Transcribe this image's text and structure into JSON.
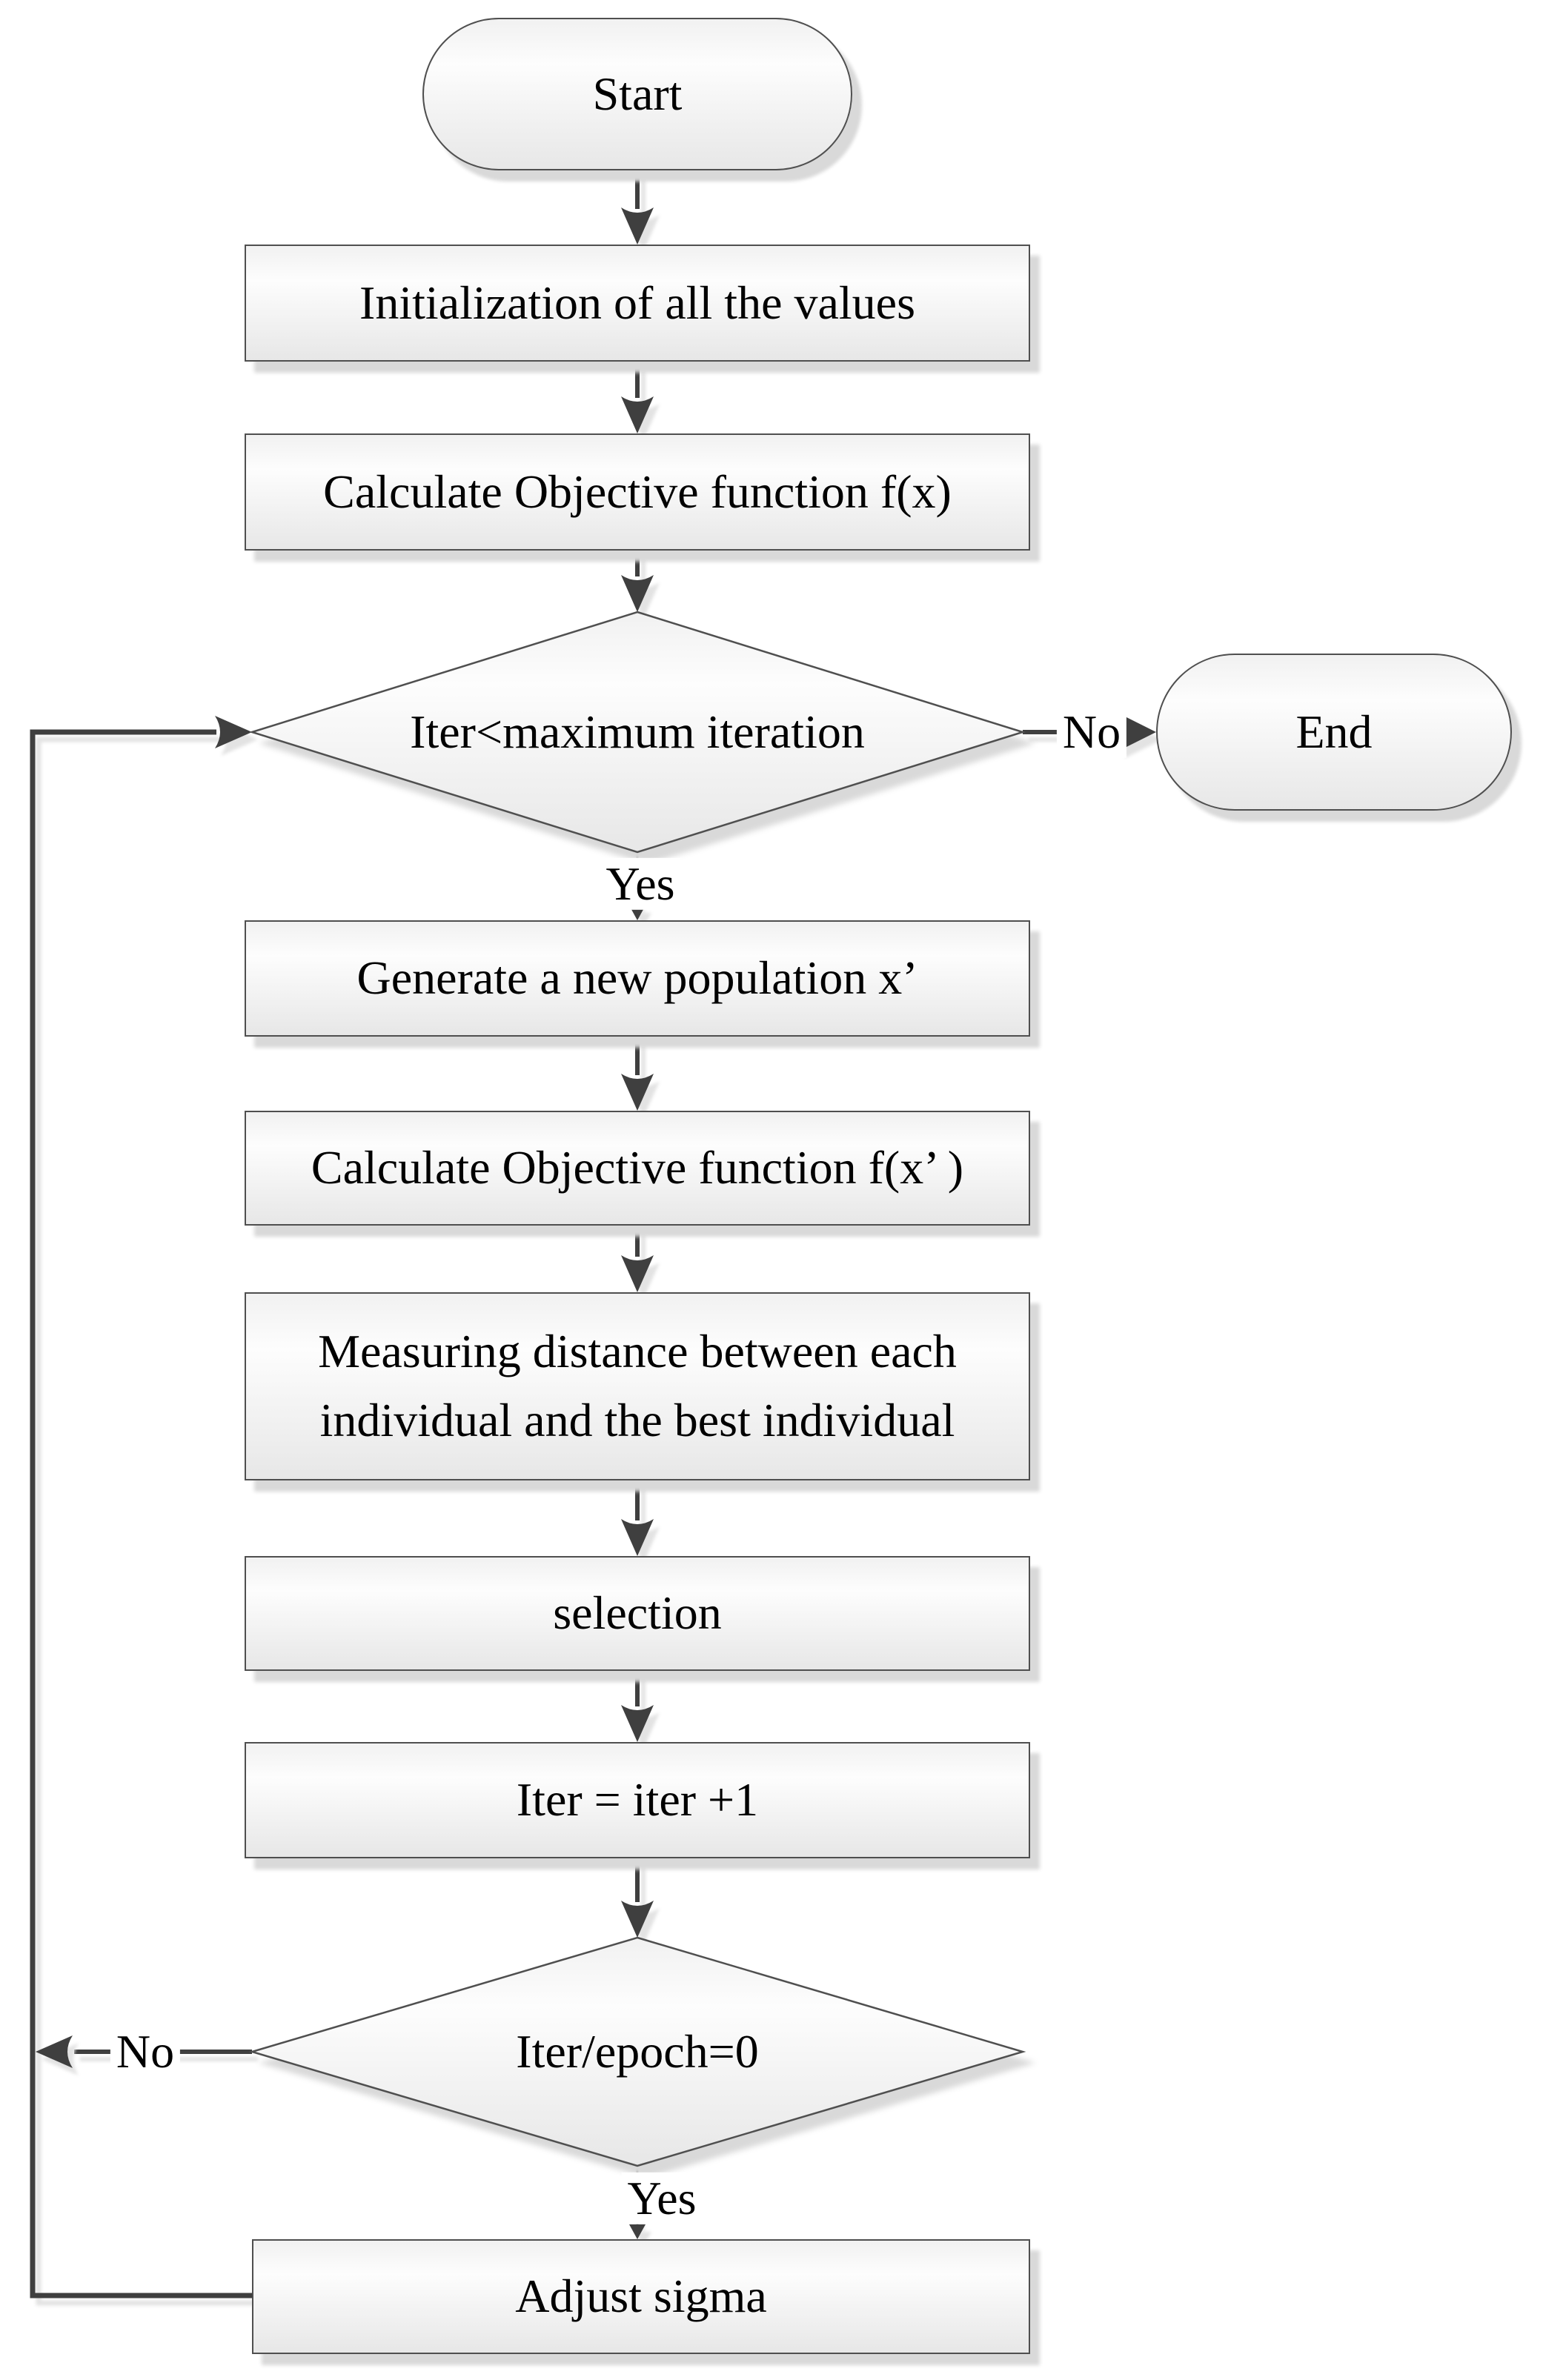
{
  "figure": {
    "type": "flowchart",
    "background": "#ffffff",
    "colors": {
      "node_border": "#4f4f4f",
      "node_fill_top": "#f1f1f1",
      "node_fill_mid": "#fdfdfd",
      "node_fill_bottom": "#e7e7e7",
      "connector": "#3f3f3f",
      "shadow": "#d9d9d9",
      "text": "#000000"
    }
  },
  "nodes": [
    {
      "id": "start",
      "type": "terminator",
      "label": "Start"
    },
    {
      "id": "init",
      "type": "process",
      "label": "Initialization of all the values"
    },
    {
      "id": "calc_fx",
      "type": "process",
      "label": "Calculate Objective function f(x)"
    },
    {
      "id": "iter_max",
      "type": "decision",
      "label": "Iter<maximum iteration"
    },
    {
      "id": "end",
      "type": "terminator",
      "label": "End"
    },
    {
      "id": "generate",
      "type": "process",
      "label": "Generate a new population x’"
    },
    {
      "id": "calc_fx2",
      "type": "process",
      "label": "Calculate Objective function f(x’ )"
    },
    {
      "id": "measuring",
      "type": "process",
      "label": "Measuring distance between each individual and the best individual"
    },
    {
      "id": "selection",
      "type": "process",
      "label": "selection"
    },
    {
      "id": "iter_inc",
      "type": "process",
      "label": "Iter = iter +1"
    },
    {
      "id": "iter_epoch",
      "type": "decision",
      "label": "Iter/epoch=0"
    },
    {
      "id": "adjust",
      "type": "process",
      "label": "Adjust sigma"
    }
  ],
  "edge_labels": {
    "yes1": "Yes",
    "no1": "No",
    "yes2": "Yes",
    "no2": "No"
  }
}
